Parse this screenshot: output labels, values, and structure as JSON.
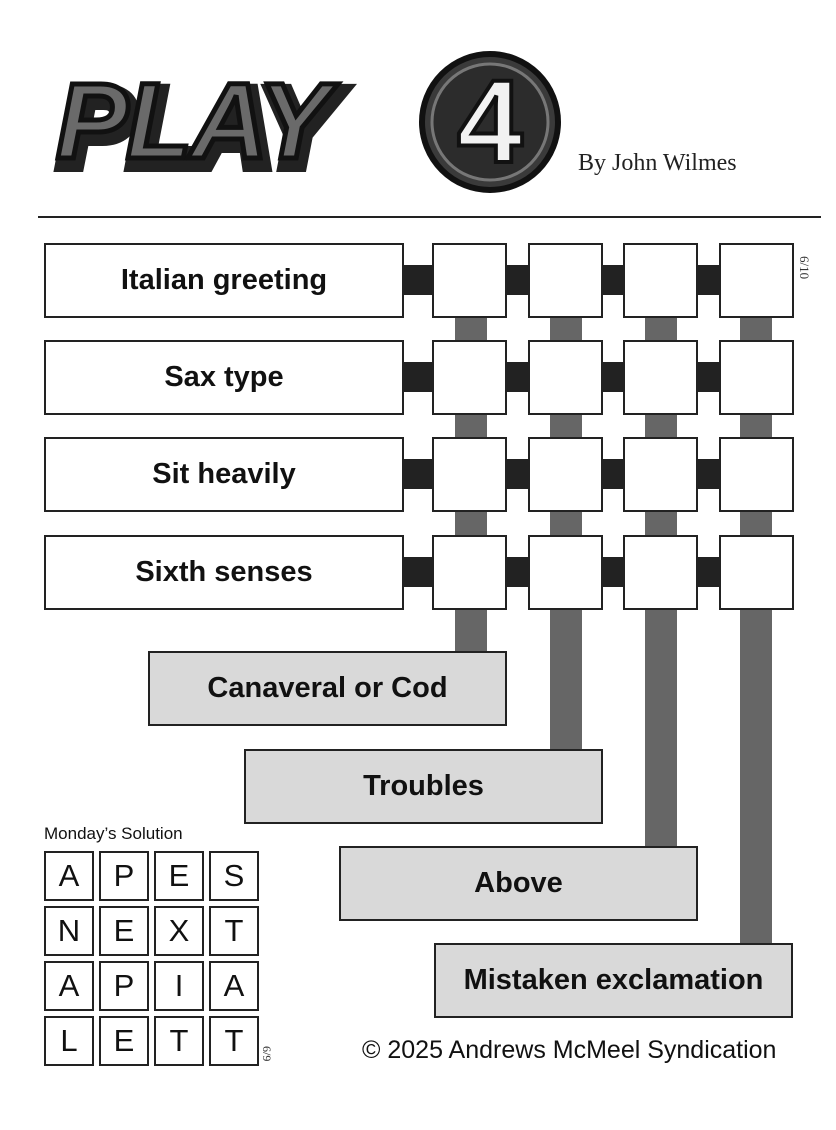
{
  "header": {
    "logo_text": "PLAY",
    "logo_number": "4",
    "byline": "By John Wilmes",
    "date_label": "6/10"
  },
  "across_clues": [
    {
      "label": "Italian greeting"
    },
    {
      "label": "Sax type"
    },
    {
      "label": "Sit heavily"
    },
    {
      "label": "Sixth senses"
    }
  ],
  "down_clues": [
    {
      "label": "Canaveral or Cod"
    },
    {
      "label": "Troubles"
    },
    {
      "label": "Above"
    },
    {
      "label": "Mistaken exclamation"
    }
  ],
  "solution": {
    "title": "Monday’s Solution",
    "date_label": "6/9",
    "rows": [
      [
        "A",
        "P",
        "E",
        "S"
      ],
      [
        "N",
        "E",
        "X",
        "T"
      ],
      [
        "A",
        "P",
        "I",
        "A"
      ],
      [
        "L",
        "E",
        "T",
        "T"
      ]
    ]
  },
  "footer": {
    "copyright": "© 2025 Andrews McMeel Syndication"
  },
  "colors": {
    "vertical_bar": "#666666",
    "down_box_fill": "#d9d9d9",
    "ink": "#222222"
  }
}
